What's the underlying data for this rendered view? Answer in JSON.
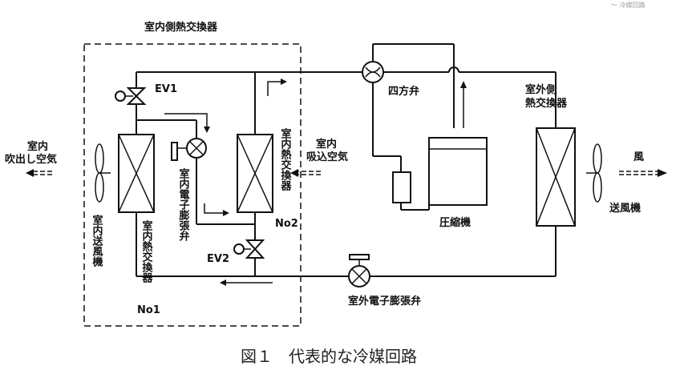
{
  "corner_text": "～ 冷媒回路",
  "labels": {
    "indoor_exchanger_title": "室内側熱交換器",
    "ev1": "EV1",
    "ev2": "EV2",
    "four_way_valve": "四方弁",
    "outdoor_exchanger": [
      "室外側",
      "熱交換器"
    ],
    "indoor_outlet": [
      "室内",
      "吹出し空気"
    ],
    "indoor_return": [
      "室内",
      "吸込空気"
    ],
    "wind": "風",
    "indoor_fan": "室内送風機",
    "indoor_hx1": "室内熱交換器",
    "indoor_hx1_no": "No1",
    "indoor_eev": "室内電子膨張弁",
    "indoor_hx2": "室内熱交換器",
    "indoor_hx2_no": "No2",
    "compressor": "圧縮機",
    "outdoor_fan": "送風機",
    "outdoor_eev": "室外電子膨張弁"
  },
  "caption": "図１　代表的な冷媒回路"
}
